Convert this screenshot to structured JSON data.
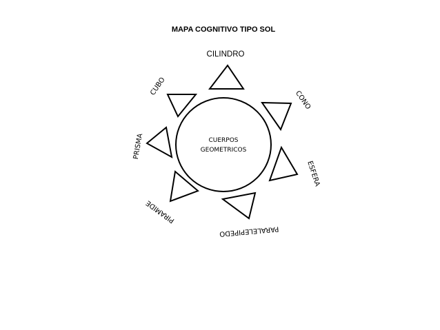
{
  "title": "MAPA COGNITIVO TIPO SOL",
  "center": {
    "line1": "CUERPOS",
    "line2": "GEOMETRICOS"
  },
  "rays": [
    {
      "id": "cilindro",
      "label": "CILINDRO"
    },
    {
      "id": "cono",
      "label": "CONO"
    },
    {
      "id": "esfera",
      "label": "ESFERA"
    },
    {
      "id": "paralelepipedo",
      "label": "PARALELEPIPEDO"
    },
    {
      "id": "piramide",
      "label": "PIRAMIDE"
    },
    {
      "id": "prisma",
      "label": "PRISMA"
    },
    {
      "id": "cubo",
      "label": "CUBO"
    }
  ],
  "colors": {
    "stroke": "#000000",
    "background": "#ffffff"
  }
}
